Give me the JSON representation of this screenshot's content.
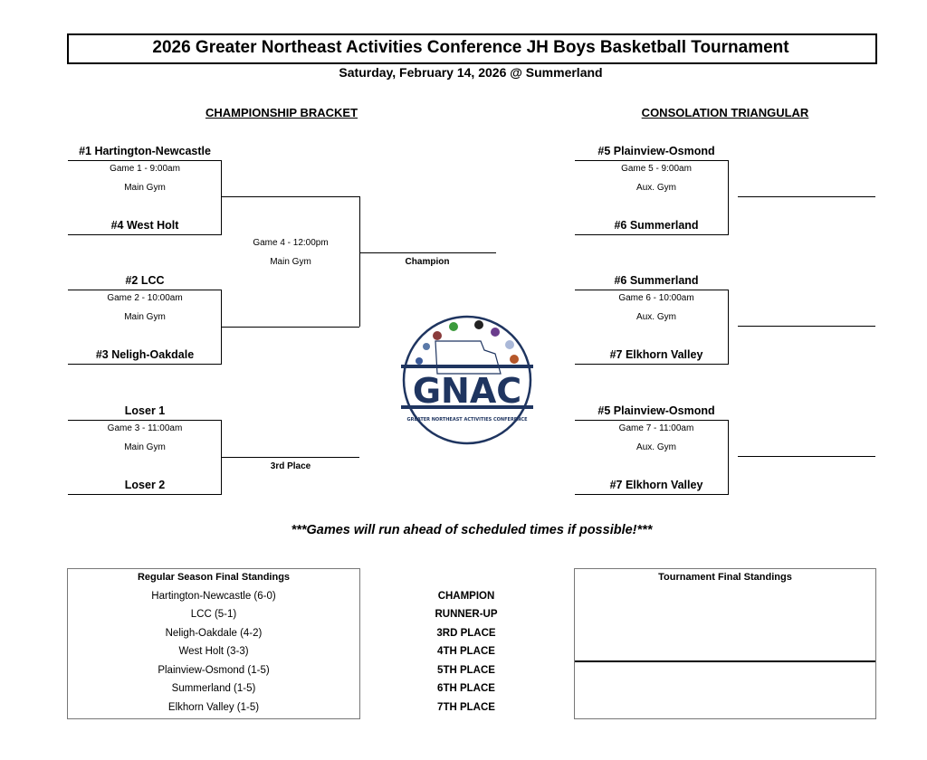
{
  "header": {
    "title": "2026 Greater Northeast Activities Conference JH Boys Basketball Tournament",
    "subtitle": "Saturday, February 14, 2026 @ Summerland"
  },
  "championship": {
    "heading": "CHAMPIONSHIP BRACKET",
    "games": [
      {
        "top": "#1 Hartington-Newcastle",
        "bottom": "#4 West Holt",
        "time": "Game 1 - 9:00am",
        "venue": "Main Gym"
      },
      {
        "top": "#2 LCC",
        "bottom": "#3 Neligh-Oakdale",
        "time": "Game 2 - 10:00am",
        "venue": "Main Gym"
      },
      {
        "top": "Loser 1",
        "bottom": "Loser 2",
        "time": "Game 3 - 11:00am",
        "venue": "Main Gym"
      }
    ],
    "final": {
      "time": "Game 4 - 12:00pm",
      "venue": "Main Gym"
    },
    "champion_label": "Champion",
    "third_label": "3rd Place"
  },
  "consolation": {
    "heading": "CONSOLATION TRIANGULAR",
    "games": [
      {
        "top": "#5 Plainview-Osmond",
        "bottom": "#6 Summerland",
        "time": "Game 5 - 9:00am",
        "venue": "Aux. Gym"
      },
      {
        "top": "#6 Summerland",
        "bottom": "#7 Elkhorn Valley",
        "time": "Game 6 - 10:00am",
        "venue": "Aux. Gym"
      },
      {
        "top": "#5 Plainview-Osmond",
        "bottom": "#7 Elkhorn Valley",
        "time": "Game 7 - 11:00am",
        "venue": "Aux. Gym"
      }
    ]
  },
  "logo": {
    "text": "GNAC",
    "ring_text": "GREATER NORTHEAST ACTIVITIES CONFERENCE",
    "color": "#1f3560"
  },
  "note": "***Games will run ahead of scheduled times if possible!***",
  "regular_season": {
    "heading": "Regular Season Final Standings",
    "rows": [
      "Hartington-Newcastle (6-0)",
      "LCC (5-1)",
      "Neligh-Oakdale (4-2)",
      "West Holt (3-3)",
      "Plainview-Osmond (1-5)",
      "Summerland (1-5)",
      "Elkhorn Valley (1-5)"
    ]
  },
  "places": [
    "CHAMPION",
    "RUNNER-UP",
    "3RD PLACE",
    "4TH PLACE",
    "5TH PLACE",
    "6TH PLACE",
    "7TH PLACE"
  ],
  "tournament_standings": {
    "heading": "Tournament Final Standings"
  }
}
